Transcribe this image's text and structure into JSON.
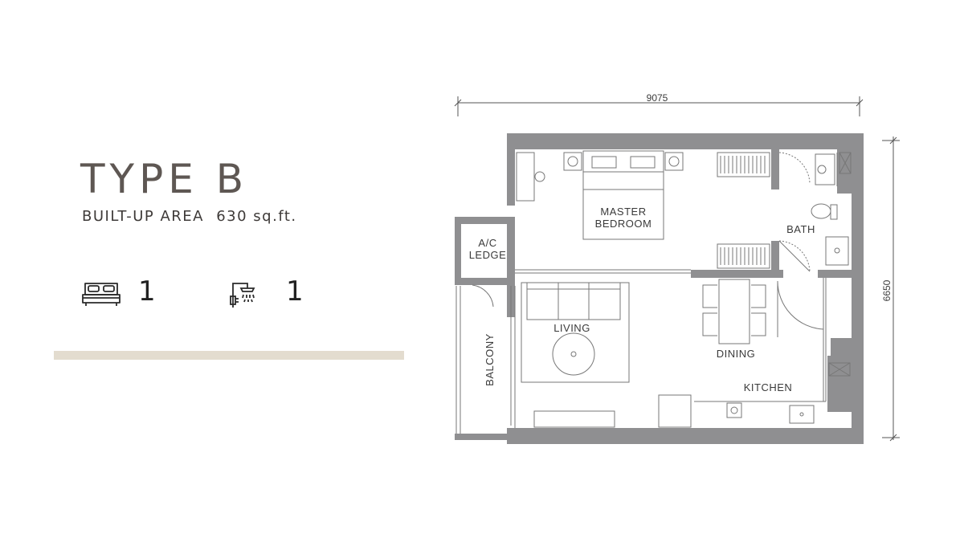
{
  "header": {
    "title": "TYPE B",
    "area_label": "BUILT-UP AREA",
    "area_value": "630 sq.ft."
  },
  "specs": {
    "bedrooms": {
      "icon": "bed-icon",
      "count": "1"
    },
    "bathrooms": {
      "icon": "shower-icon",
      "count": "1"
    }
  },
  "plan": {
    "dimensions": {
      "width": "9075",
      "height": "6650"
    },
    "rooms": {
      "master_bedroom_line1": "MASTER",
      "master_bedroom_line2": "BEDROOM",
      "bath": "BATH",
      "ac_ledge_line1": "A/C",
      "ac_ledge_line2": "LEDGE",
      "living": "LIVING",
      "dining": "DINING",
      "kitchen": "KITCHEN",
      "balcony": "BALCONY"
    }
  },
  "colors": {
    "wall": "#8f8f91",
    "divider": "#e3dccf",
    "title": "#5e5753"
  }
}
